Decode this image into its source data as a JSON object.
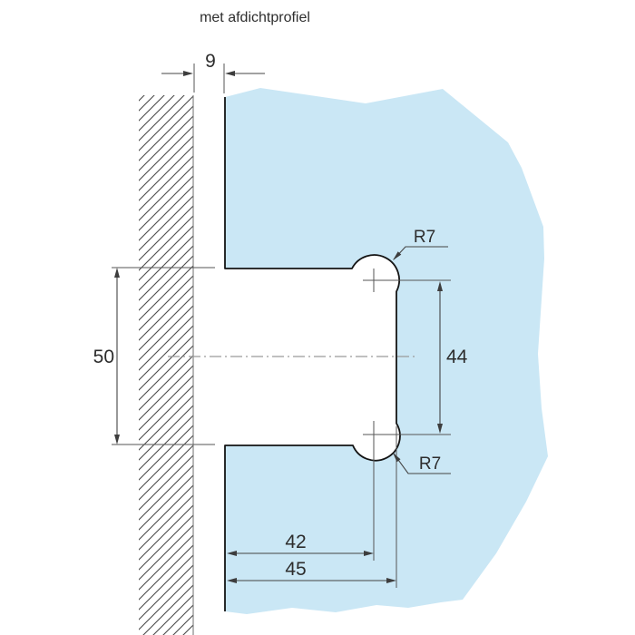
{
  "title": "met afdichtprofiel",
  "drawing": {
    "type": "technical-drawing",
    "subject": "glass panel cutout with two R7 drill holes against hatched wall, with sealing profile",
    "dimensions": {
      "wall_gap": "9",
      "notch_height": "50",
      "hole_spacing": "44",
      "hole_center_depth": "42",
      "notch_depth": "45",
      "radius_top": "R7",
      "radius_bottom": "R7"
    },
    "colors": {
      "glass_fill": "#cae7f5",
      "outline": "#141414",
      "dimension_lines": "#444444",
      "centerline": "#9a9a9a",
      "hatch": "#4a4a4a"
    }
  }
}
